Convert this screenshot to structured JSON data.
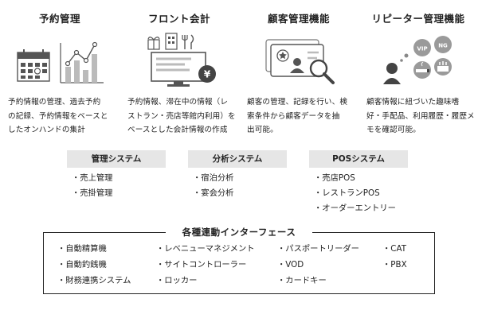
{
  "features": [
    {
      "title": "予約管理",
      "icon": "calendar-chart-icon",
      "desc": [
        "予約情報の管理、過去予約",
        "の記録、予約情報をベースと",
        "したオンハンドの集計"
      ]
    },
    {
      "title": "フロント会計",
      "icon": "monitor-yen-icon",
      "desc": [
        "予約情報、滞在中の情報（レ",
        "ストラン・売店等館内利用）を",
        "ベースとした会計情報の作成"
      ]
    },
    {
      "title": "顧客管理機能",
      "icon": "member-card-search-icon",
      "desc": [
        "顧客の管理、記録を行い、検",
        "索条件から顧客データを抽",
        "出可能。"
      ]
    },
    {
      "title": "リピーター管理機能",
      "icon": "repeater-preferences-icon",
      "badges": [
        "VIP",
        "NG"
      ],
      "desc": [
        "顧客情報に紐づいた趣味嗜",
        "好・手配品、利用履歴・履歴メ",
        "モを確認可能。"
      ]
    }
  ],
  "systems": [
    {
      "title": "管理システム",
      "items": [
        "・売上管理",
        "・売掛管理"
      ]
    },
    {
      "title": "分析システム",
      "items": [
        "・宿泊分析",
        "・宴会分析"
      ]
    },
    {
      "title": "POSシステム",
      "items": [
        "・売店POS",
        "・レストランPOS",
        "・オーダーエントリー"
      ]
    }
  ],
  "interfaces": {
    "title": "各種連動インターフェース",
    "columns": [
      [
        "・自動精算機",
        "・自動釣銭機",
        "・財務連携システム"
      ],
      [
        "・レベニューマネジメント",
        "・サイトコントローラー",
        "・ロッカー"
      ],
      [
        "・パスポートリーダー",
        "・VOD",
        "・カードキー"
      ],
      [
        "・CAT",
        "・PBX"
      ]
    ]
  },
  "colors": {
    "text": "#222222",
    "line": "#555555",
    "header_bg": "#e6e6e6",
    "icon_gray": "#9a9a9a",
    "icon_dark": "#444444"
  }
}
